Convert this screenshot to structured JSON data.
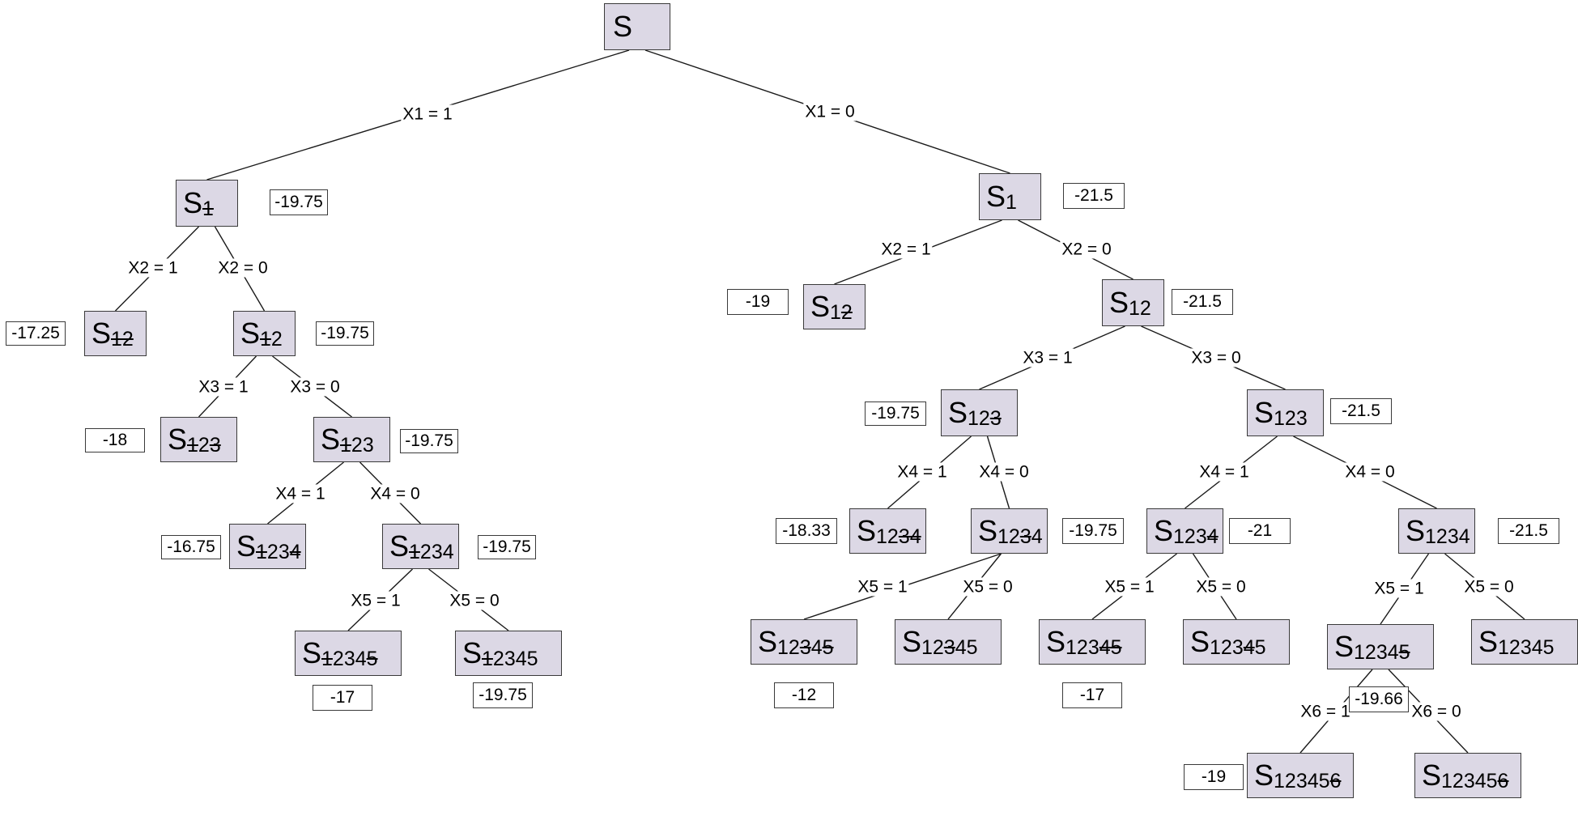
{
  "nodes": [
    {
      "id": "root",
      "sub": []
    },
    {
      "id": "L1",
      "sub": [
        [
          "1",
          true
        ]
      ],
      "value": "-19.75"
    },
    {
      "id": "R1",
      "sub": [
        [
          "1",
          false
        ]
      ],
      "value": "-21.5"
    },
    {
      "id": "LA",
      "sub": [
        [
          "12",
          true
        ]
      ],
      "value": "-17.25"
    },
    {
      "id": "LB",
      "sub": [
        [
          "1",
          true
        ],
        [
          "2",
          false
        ]
      ],
      "value": "-19.75"
    },
    {
      "id": "LB1",
      "sub": [
        [
          "1",
          true
        ],
        [
          "2",
          false
        ],
        [
          "3",
          true
        ]
      ],
      "value": "-18"
    },
    {
      "id": "LB0",
      "sub": [
        [
          "1",
          true
        ],
        [
          "2",
          false
        ],
        [
          "3",
          false
        ]
      ],
      "value": "-19.75"
    },
    {
      "id": "LC1",
      "sub": [
        [
          "1",
          true
        ],
        [
          "2",
          false
        ],
        [
          "3",
          false
        ],
        [
          "4",
          true
        ]
      ],
      "value": "-16.75"
    },
    {
      "id": "LC0",
      "sub": [
        [
          "1",
          true
        ],
        [
          "234",
          false
        ]
      ],
      "value": "-19.75"
    },
    {
      "id": "LD1",
      "sub": [
        [
          "1",
          true
        ],
        [
          "234",
          false
        ],
        [
          "5",
          true
        ]
      ],
      "value": "-17"
    },
    {
      "id": "LD0",
      "sub": [
        [
          "1",
          true
        ],
        [
          "2345",
          false
        ]
      ],
      "value": "-19.75"
    },
    {
      "id": "RA",
      "sub": [
        [
          "1",
          false
        ],
        [
          "2",
          true
        ]
      ],
      "value": "-19"
    },
    {
      "id": "RB",
      "sub": [
        [
          "12",
          false
        ]
      ],
      "value": "-21.5"
    },
    {
      "id": "RC",
      "sub": [
        [
          "12",
          false
        ],
        [
          "3",
          true
        ]
      ],
      "value": "-19.75"
    },
    {
      "id": "RD",
      "sub": [
        [
          "123",
          false
        ]
      ],
      "value": "-21.5"
    },
    {
      "id": "RC1",
      "sub": [
        [
          "12",
          false
        ],
        [
          "34",
          true
        ]
      ],
      "value": "-18.33"
    },
    {
      "id": "RC0",
      "sub": [
        [
          "12",
          false
        ],
        [
          "3",
          true
        ],
        [
          "4",
          false
        ]
      ],
      "value": "-19.75"
    },
    {
      "id": "RD1",
      "sub": [
        [
          "123",
          false
        ],
        [
          "4",
          true
        ]
      ],
      "value": "-21"
    },
    {
      "id": "RD0",
      "sub": [
        [
          "1234",
          false
        ]
      ],
      "value": "-21.5"
    },
    {
      "id": "RE1",
      "sub": [
        [
          "12",
          false
        ],
        [
          "3",
          true
        ],
        [
          "4",
          false
        ],
        [
          "5",
          true
        ]
      ],
      "value": "-12"
    },
    {
      "id": "RE0",
      "sub": [
        [
          "12",
          false
        ],
        [
          "3",
          true
        ],
        [
          "45",
          false
        ]
      ]
    },
    {
      "id": "RF1",
      "sub": [
        [
          "123",
          false
        ],
        [
          "4",
          true
        ],
        [
          "5",
          true
        ]
      ],
      "value": "-17"
    },
    {
      "id": "RF0",
      "sub": [
        [
          "123",
          false
        ],
        [
          "4",
          true
        ],
        [
          "5",
          false
        ]
      ]
    },
    {
      "id": "RG1",
      "sub": [
        [
          "1234",
          false
        ],
        [
          "5",
          true
        ]
      ],
      "value": "-19.66"
    },
    {
      "id": "RG0",
      "sub": [
        [
          "12345",
          false
        ]
      ]
    },
    {
      "id": "RH1",
      "sub": [
        [
          "12345",
          false
        ],
        [
          "6",
          true
        ]
      ],
      "value": "-19"
    },
    {
      "id": "RH0",
      "sub": [
        [
          "12345",
          false
        ],
        [
          "6",
          true
        ]
      ]
    }
  ],
  "node_prefix": "S",
  "edges": [
    {
      "from": "root",
      "to": "L1",
      "label": "X1 = 1"
    },
    {
      "from": "root",
      "to": "R1",
      "label": "X1 = 0"
    },
    {
      "from": "L1",
      "to": "LA",
      "label": "X2 = 1"
    },
    {
      "from": "L1",
      "to": "LB",
      "label": "X2 = 0"
    },
    {
      "from": "LB",
      "to": "LB1",
      "label": "X3 = 1"
    },
    {
      "from": "LB",
      "to": "LB0",
      "label": "X3 = 0"
    },
    {
      "from": "LB0",
      "to": "LC1",
      "label": "X4 = 1"
    },
    {
      "from": "LB0",
      "to": "LC0",
      "label": "X4 = 0"
    },
    {
      "from": "LC0",
      "to": "LD1",
      "label": "X5 = 1"
    },
    {
      "from": "LC0",
      "to": "LD0",
      "label": "X5 = 0"
    },
    {
      "from": "R1",
      "to": "RA",
      "label": "X2 = 1"
    },
    {
      "from": "R1",
      "to": "RB",
      "label": "X2 = 0"
    },
    {
      "from": "RB",
      "to": "RC",
      "label": "X3 = 1"
    },
    {
      "from": "RB",
      "to": "RD",
      "label": "X3 = 0"
    },
    {
      "from": "RC",
      "to": "RC1",
      "label": "X4 = 1"
    },
    {
      "from": "RC",
      "to": "RC0",
      "label": "X4 = 0"
    },
    {
      "from": "RD",
      "to": "RD1",
      "label": "X4 = 1"
    },
    {
      "from": "RD",
      "to": "RD0",
      "label": "X4 = 0"
    },
    {
      "from": "RC0",
      "to": "RE1",
      "label": "X5 = 1"
    },
    {
      "from": "RC0",
      "to": "RE0",
      "label": "X5 = 0"
    },
    {
      "from": "RD1",
      "to": "RF1",
      "label": "X5 = 1"
    },
    {
      "from": "RD1",
      "to": "RF0",
      "label": "X5 = 0"
    },
    {
      "from": "RD0",
      "to": "RG1",
      "label": "X5 = 1"
    },
    {
      "from": "RD0",
      "to": "RG0",
      "label": "X5 = 0"
    },
    {
      "from": "RG1",
      "to": "RH1",
      "label": "X6 = 1"
    },
    {
      "from": "RG1",
      "to": "RH0",
      "label": "X6 = 0"
    }
  ]
}
